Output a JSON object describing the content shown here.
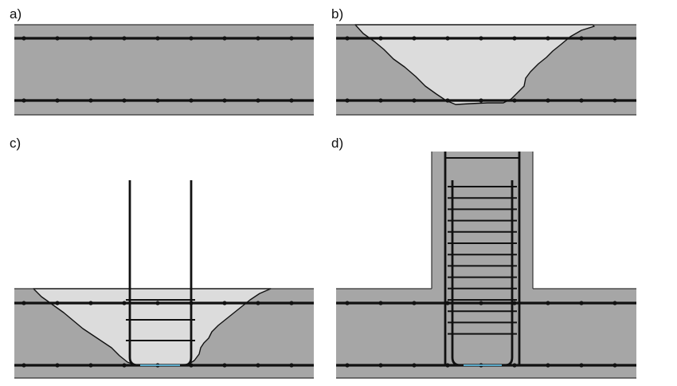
{
  "panels": [
    {
      "id": "a",
      "label": "a)"
    },
    {
      "id": "b",
      "label": "b)"
    },
    {
      "id": "c",
      "label": "c)"
    },
    {
      "id": "d",
      "label": "d)"
    }
  ],
  "colors": {
    "concrete": "#a6a6a6",
    "excavation": "#dcdcdc",
    "rebar": "#111111",
    "edge": "#333333",
    "weld_accent": "#5aa8c8"
  }
}
